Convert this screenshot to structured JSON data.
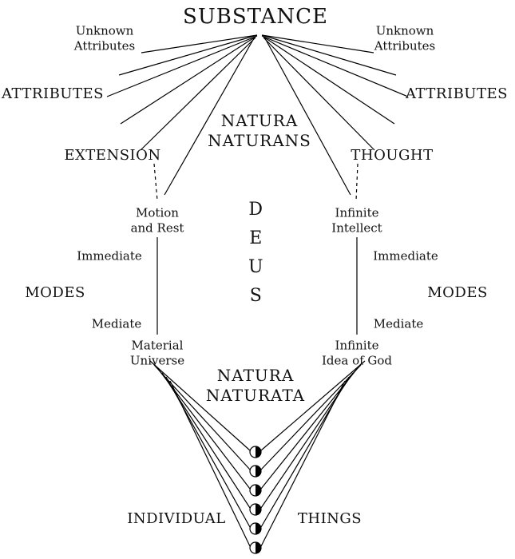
{
  "diagram": {
    "labels": {
      "substance": "SUBSTANCE",
      "unknown_attributes_left": "Unknown\nAttributes",
      "unknown_attributes_right": "Unknown\nAttributes",
      "attributes_left": "ATTRIBUTES",
      "attributes_right": "ATTRIBUTES",
      "natura_naturans": "NATURA\nNATURANS",
      "extension": "EXTENSION",
      "thought": "THOUGHT",
      "motion_and_rest": "Motion\nand Rest",
      "infinite_intellect": "Infinite\nIntellect",
      "deus": "DEUS",
      "immediate_left": "Immediate",
      "immediate_right": "Immediate",
      "modes_left": "MODES",
      "modes_right": "MODES",
      "mediate_left": "Mediate",
      "mediate_right": "Mediate",
      "material_universe": "Material\nUniverse",
      "infinite_idea_of_god": "Infinite\nIdea of God",
      "natura_naturata": "NATURA\nNATURATA",
      "individual": "INDIVIDUAL",
      "things": "THINGS"
    },
    "colors": {
      "line": "#000000",
      "text": "#111111",
      "background": "#ffffff"
    },
    "individual_things_marker_count": 6
  }
}
